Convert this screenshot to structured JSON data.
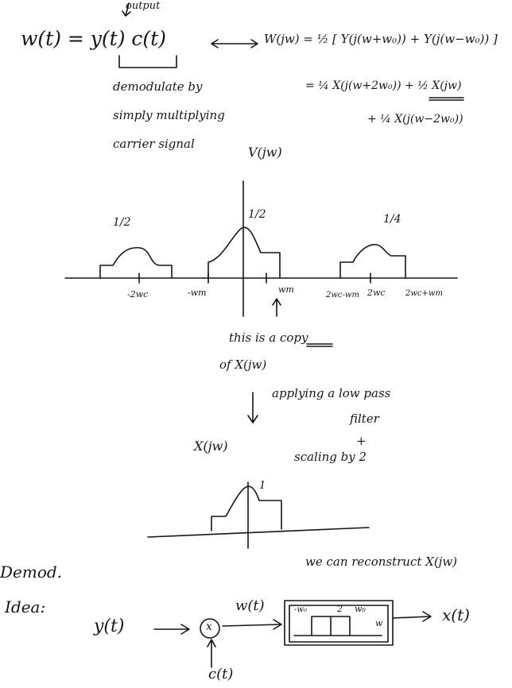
{
  "eq1": {
    "output_label": "output",
    "lhs": "w(t) = y(t) c(t)",
    "rhs": "W(jw) = ½ [ Y(j(w+w₀)) + Y(j(w−w₀)) ]",
    "note_line1": "demodulate by",
    "note_line2": "simply multiplying",
    "note_line3": "carrier signal"
  },
  "eq2": {
    "line1": "= ¼ X(j(w+2w₀)) + ½ X(jw)",
    "line2": "+ ¼ X(j(w−2w₀))"
  },
  "spectrum1": {
    "title": "V(jw)",
    "amp_left": "1/2",
    "amp_center": "1/2",
    "amp_right": "1/4",
    "tick_neg2w0": "-2wc",
    "tick_negwm": "-wm",
    "tick_wm": "wm",
    "tick_2w0_minus_wm": "2wc-wm",
    "tick_2w0": "2wc",
    "tick_2w0_plus_wm": "2wc+wm"
  },
  "copy_note": {
    "line1_prefix": "this is a",
    "line1_word": "copy",
    "line2": "of X(jw)"
  },
  "step": {
    "line1": "applying a low pass",
    "line2": "filter",
    "plus": "+",
    "line3": "scaling by 2"
  },
  "spectrum2": {
    "title": "X(jw)",
    "amp": "1"
  },
  "reconstruct": "we can reconstruct X(jw)",
  "demod": {
    "title_line1": "Demod.",
    "title_line2": "Idea:",
    "input": "y(t)",
    "multiplier": "x",
    "carrier": "c(t)",
    "mid_signal": "w(t)",
    "filter_left": "-w₀",
    "filter_gain": "2",
    "filter_right": "w₀",
    "filter_axis": "w",
    "output": "x(t)"
  }
}
